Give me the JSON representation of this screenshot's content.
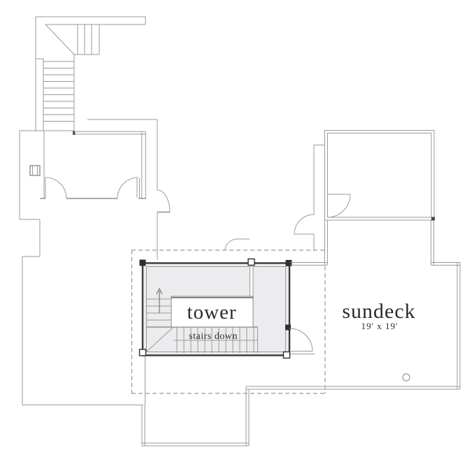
{
  "drawing": {
    "type": "architectural floor plan, upper level",
    "background": "#ffffff"
  },
  "labels": {
    "tower": "tower",
    "stairs_down": "stairs down",
    "sundeck": "sundeck",
    "sundeck_dimensions": "19' x 19'"
  },
  "rooms": [
    {
      "name": "tower",
      "note": "stairs down",
      "highlighted": true
    },
    {
      "name": "sundeck",
      "dimensions": "19' x 19'",
      "highlighted": false
    }
  ],
  "icons": {
    "up_arrow": "stair-direction-up-arrow",
    "door_swings": 7,
    "deck_drain_circle": 1
  },
  "colors": {
    "wall_dark": "#3a3a3a",
    "wall_gray": "#9a9a9a",
    "tower_fill": "#ececee",
    "dashed_boundary": "#999999",
    "text": "#2b2b2b",
    "background": "#ffffff"
  }
}
